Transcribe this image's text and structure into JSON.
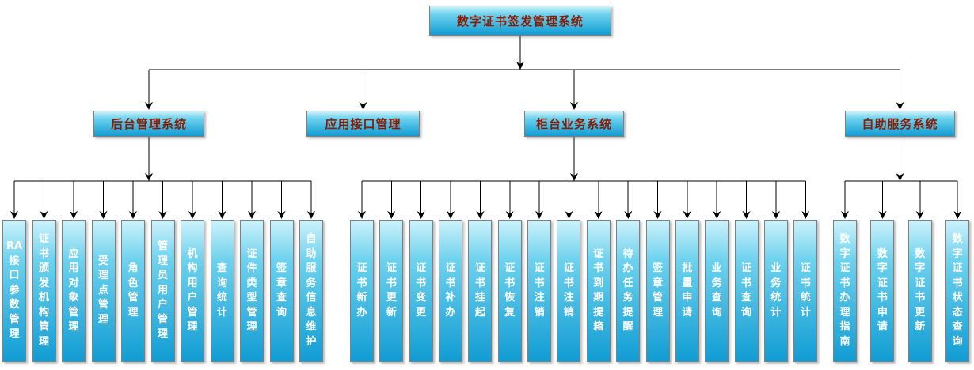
{
  "root": {
    "label": "数字证书签发管理系统"
  },
  "branches": [
    {
      "label": "后台管理系统",
      "children": [
        "RA接口参数管理",
        "证书颁发机构管理",
        "应用对象管理",
        "受理点管理",
        "角色管理",
        "管理员用户管理",
        "机构用户管理",
        "查询统计",
        "证件类型管理",
        "签章查询",
        "自助服务信息维护"
      ]
    },
    {
      "label": "应用接口管理",
      "children": []
    },
    {
      "label": "柜台业务系统",
      "children": [
        "证书新办",
        "证书更新",
        "证书变更",
        "证书补办",
        "证书挂起",
        "证书恢复",
        "证书注销",
        "证书注销",
        "证书到期提箱",
        "待办任务提醒",
        "签章管理",
        "批量申请",
        "业务查询",
        "证书查询",
        "业务统计",
        "证书统计"
      ]
    },
    {
      "label": "自助服务系统",
      "children": [
        "数字证书办理指南",
        "数字证书申请",
        "数字证书更新",
        "数字证书状态查询"
      ]
    }
  ],
  "colors": {
    "node_gradient_top": "#cdf2fb",
    "node_gradient_mid": "#6ed2ee",
    "node_gradient_bottom": "#119cd3",
    "node_border": "#808080",
    "title_text": "#8b1a00",
    "leaf_text": "#ffffff",
    "connector": "#000000"
  }
}
